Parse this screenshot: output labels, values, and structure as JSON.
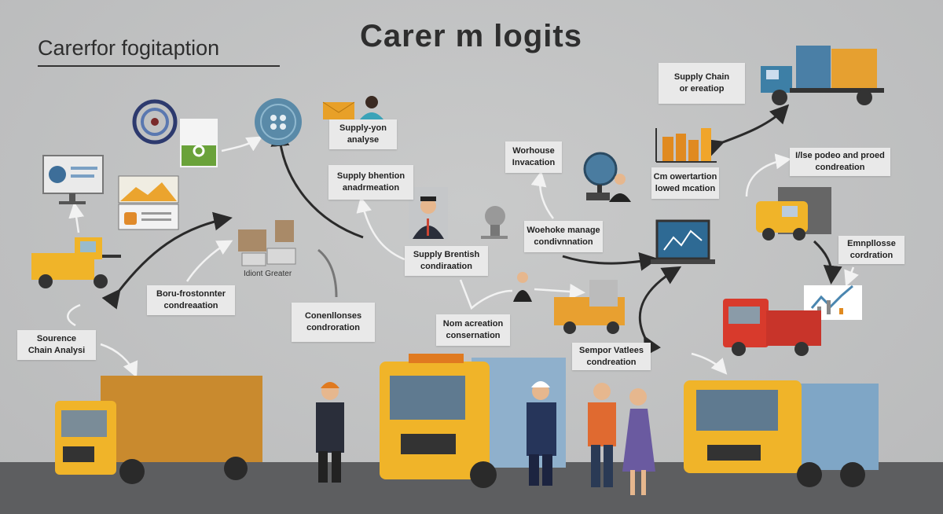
{
  "header": {
    "title": "Carer m logits",
    "subtitle": "Carerfor fogitaption"
  },
  "labels": [
    {
      "id": "supply-analyse",
      "line1": "Supply-yon",
      "line2": "analyse"
    },
    {
      "id": "supply-bhention",
      "line1": "Supply bhention",
      "line2": "anadrmeation"
    },
    {
      "id": "supply-brentish",
      "line1": "Supply Brentish",
      "line2": "condiraation"
    },
    {
      "id": "warehouse-manage",
      "line1": "Woehoke manage",
      "line2": "condivnnation"
    },
    {
      "id": "warehouse-invacation",
      "line1": "Worhouse",
      "line2": "Invacation"
    },
    {
      "id": "supply-chain-creation",
      "line1": "Supply Chain",
      "line2": "or ereatiop"
    },
    {
      "id": "cm-owertartion",
      "line1": "Cm owertartion",
      "line2": "lowed mcation"
    },
    {
      "id": "podeo-proed",
      "line1": "I/lse podeo and proed",
      "line2": "condreation"
    },
    {
      "id": "emnpllosse",
      "line1": "Emnpllosse",
      "line2": "cordration"
    },
    {
      "id": "sempor-vatlees",
      "line1": "Sempor Vatlees",
      "line2": "condreation"
    },
    {
      "id": "nom-acreation",
      "line1": "Nom acreation",
      "line2": "consernation"
    },
    {
      "id": "conenllonses",
      "line1": "Conenllonses",
      "line2": "condroration"
    },
    {
      "id": "boru-frostonnter",
      "line1": "Boru-frostonnter",
      "line2": "condreaation"
    },
    {
      "id": "sourence-chain",
      "line1": "Sourence",
      "line2": "Chain Analysi"
    }
  ],
  "captions": {
    "boxes": "Idiont Greater"
  },
  "colors": {
    "background": "#c4c5c6",
    "truck_yellow": "#f0b429",
    "container_orange": "#c98a2e",
    "container_blue": "#7fa6c6",
    "truck_red": "#d83a2c",
    "ground": "#5d5e60"
  }
}
